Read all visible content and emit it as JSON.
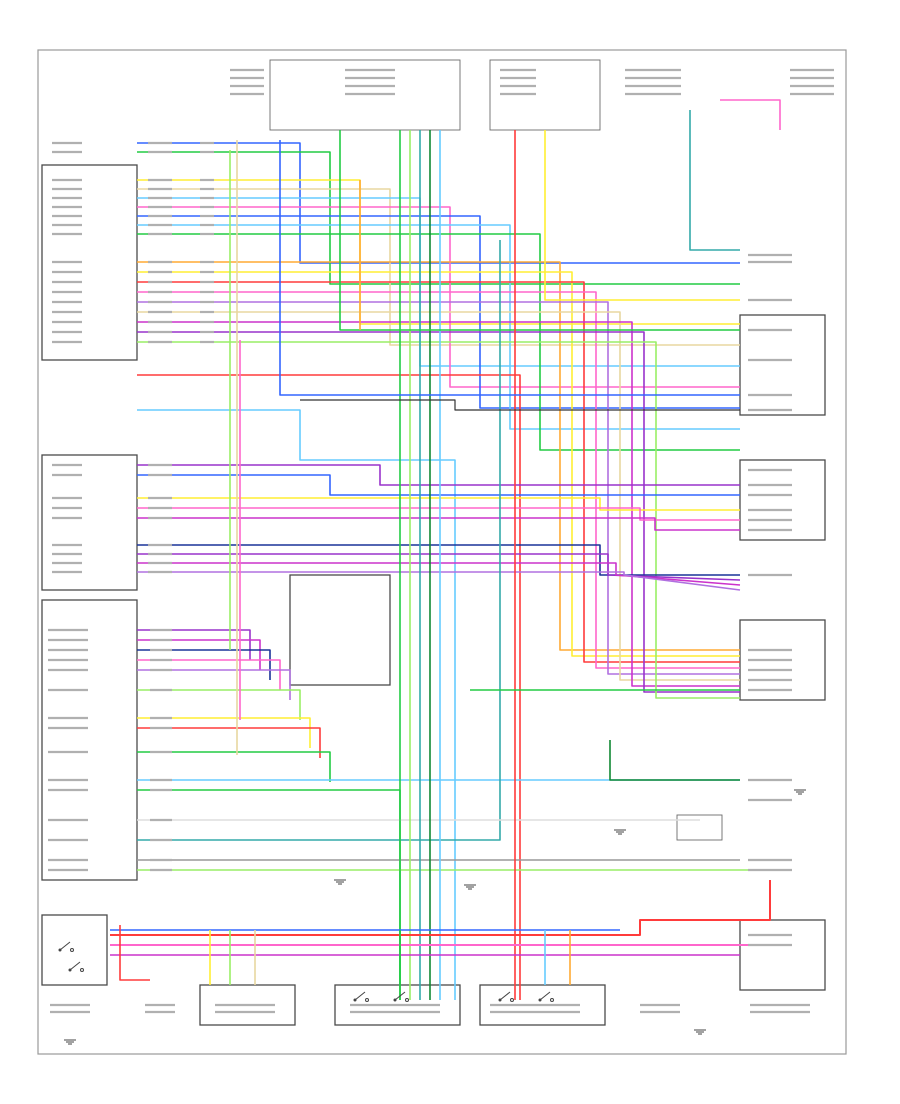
{
  "diagram": {
    "title": "",
    "type": "automotive wiring diagram",
    "wire_colors": {
      "red": "#ff3b3b",
      "pink": "#ff66cc",
      "magenta": "#cc33cc",
      "purple": "#9933cc",
      "violet": "#b070e0",
      "blue": "#3366ff",
      "light_blue": "#66ccff",
      "dark_blue": "#1a3399",
      "green": "#22cc44",
      "light_green": "#99ee66",
      "dark_green": "#118833",
      "teal": "#33aaaa",
      "yellow": "#ffee33",
      "tan": "#e8d7a0",
      "orange": "#ffaa33",
      "brown": "#aa7744",
      "gray": "#999999",
      "black": "#333333",
      "white_wire": "#dddddd"
    },
    "icons": [
      "ground-symbol",
      "relay-switch",
      "diode",
      "fuse",
      "connector-pin"
    ]
  }
}
